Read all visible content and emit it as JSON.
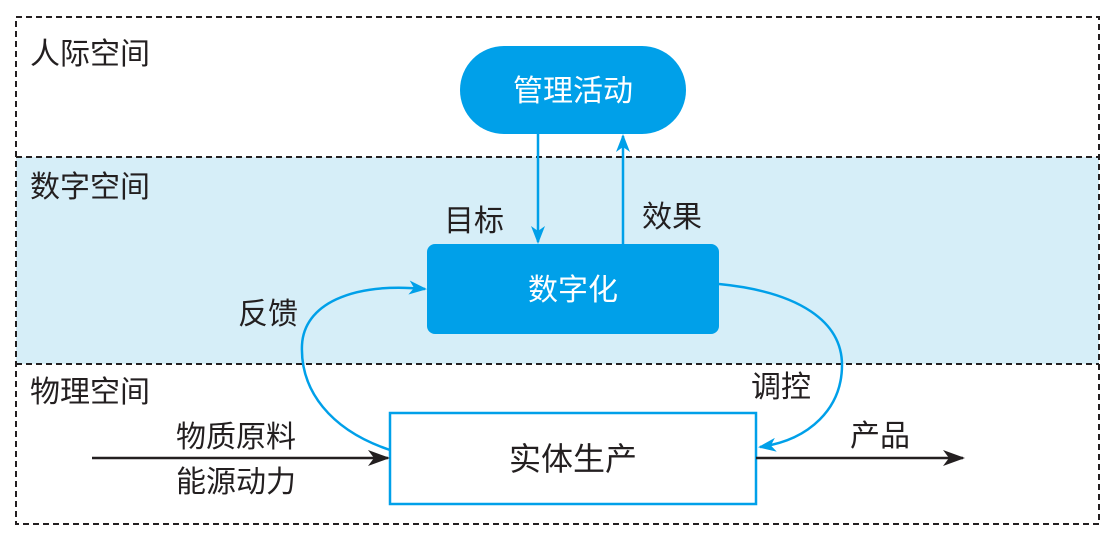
{
  "zones": {
    "interpersonal": "人际空间",
    "digital": "数字空间",
    "physical": "物理空间"
  },
  "nodes": {
    "management": "管理活动",
    "digitalization": "数字化",
    "production": "实体生产"
  },
  "edge_labels": {
    "goal": "目标",
    "effect": "效果",
    "feedback": "反馈",
    "control": "调控",
    "input_line1": "物质原料",
    "input_line2": "能源动力",
    "output": "产品"
  },
  "colors": {
    "accent": "#00a0e9",
    "digital_band": "#d6eef8",
    "production_border": "#00a0e9",
    "dashed_line": "#231f20",
    "text": "#231f20"
  }
}
